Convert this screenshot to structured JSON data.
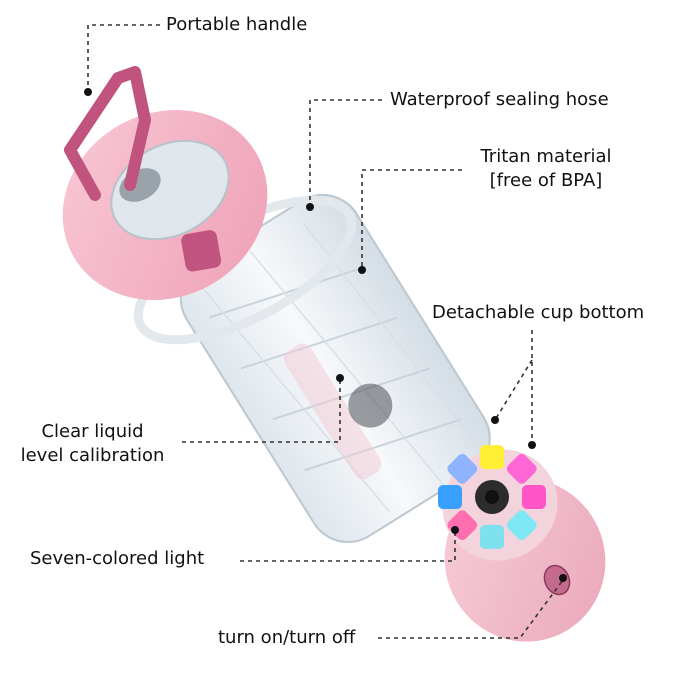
{
  "labels": {
    "handle": "Portable handle",
    "hose": "Waterproof sealing hose",
    "tritan_1": "Tritan material",
    "tritan_2": "[free of BPA]",
    "bottom": "Detachable cup bottom",
    "calibration_1": "Clear liquid",
    "calibration_2": "level calibration",
    "light": "Seven-colored light",
    "switch": "turn on/turn off"
  },
  "colors": {
    "lid_pink": "#f4b8c9",
    "handle_magenta": "#c0547f",
    "bottle_clear": "#e9edf1",
    "base_pink": "#f6c3cf",
    "leader_line": "#333333"
  },
  "light_segments": [
    "#ffee33",
    "#ff66d6",
    "#ff55c8",
    "#7ee8f5",
    "#7fe0ee",
    "#ff6fb0",
    "#3aa0ff",
    "#8fb3ff"
  ]
}
